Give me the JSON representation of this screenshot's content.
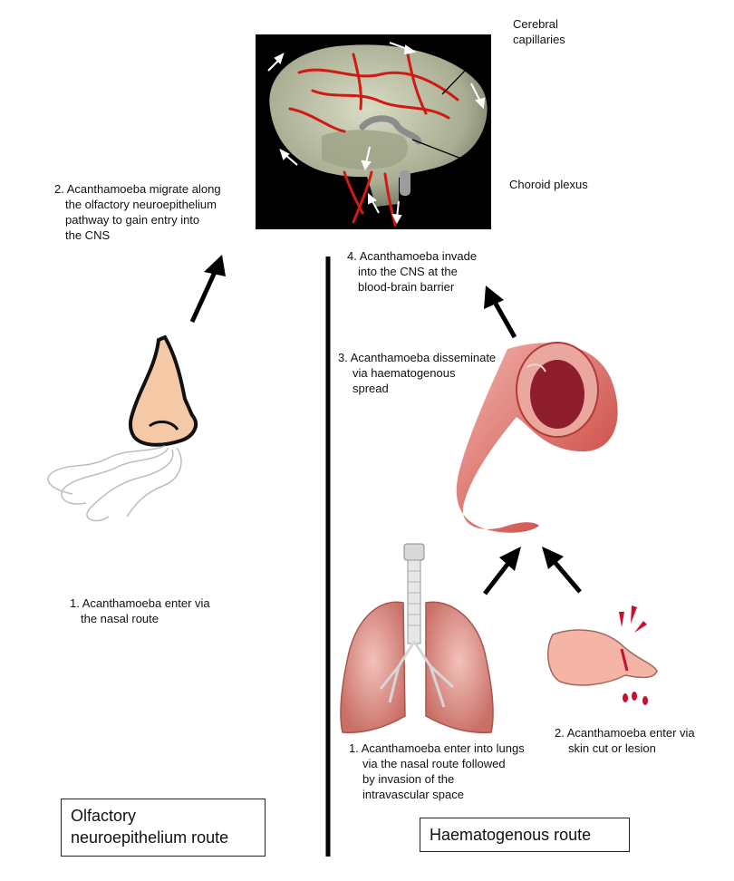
{
  "labels": {
    "cerebral_line1": "Cerebral",
    "cerebral_line2": "capillaries",
    "choroid": "Choroid plexus",
    "olf_step2_l1": "2.  Acanthamoeba  migrate along",
    "olf_step2_l2": "the olfactory neuroepithelium",
    "olf_step2_l3": "pathway to gain entry into",
    "olf_step2_l4": "the CNS",
    "olf_step1_l1": "1.  Acanthamoeba  enter via",
    "olf_step1_l2": "the nasal route",
    "hae_step4_l1": "4.  Acanthamoeba  invade",
    "hae_step4_l2": "into the CNS at the",
    "hae_step4_l3": "blood-brain barrier",
    "hae_step3_l1": "3.  Acanthamoeba  disseminate",
    "hae_step3_l2": "via haematogenous",
    "hae_step3_l3": "spread",
    "hae_step1_l1": "1.  Acanthamoeba  enter into lungs",
    "hae_step1_l2": "via the nasal route followed",
    "hae_step1_l3": "by invasion of the",
    "hae_step1_l4": "intravascular space",
    "hae_step2_l1": "2.  Acanthamoeba  enter via",
    "hae_step2_l2": "skin cut or lesion"
  },
  "routes": {
    "olfactory_l1": "Olfactory",
    "olfactory_l2": "neuroepithelium route",
    "haematogenous": "Haematogenous route"
  }
}
